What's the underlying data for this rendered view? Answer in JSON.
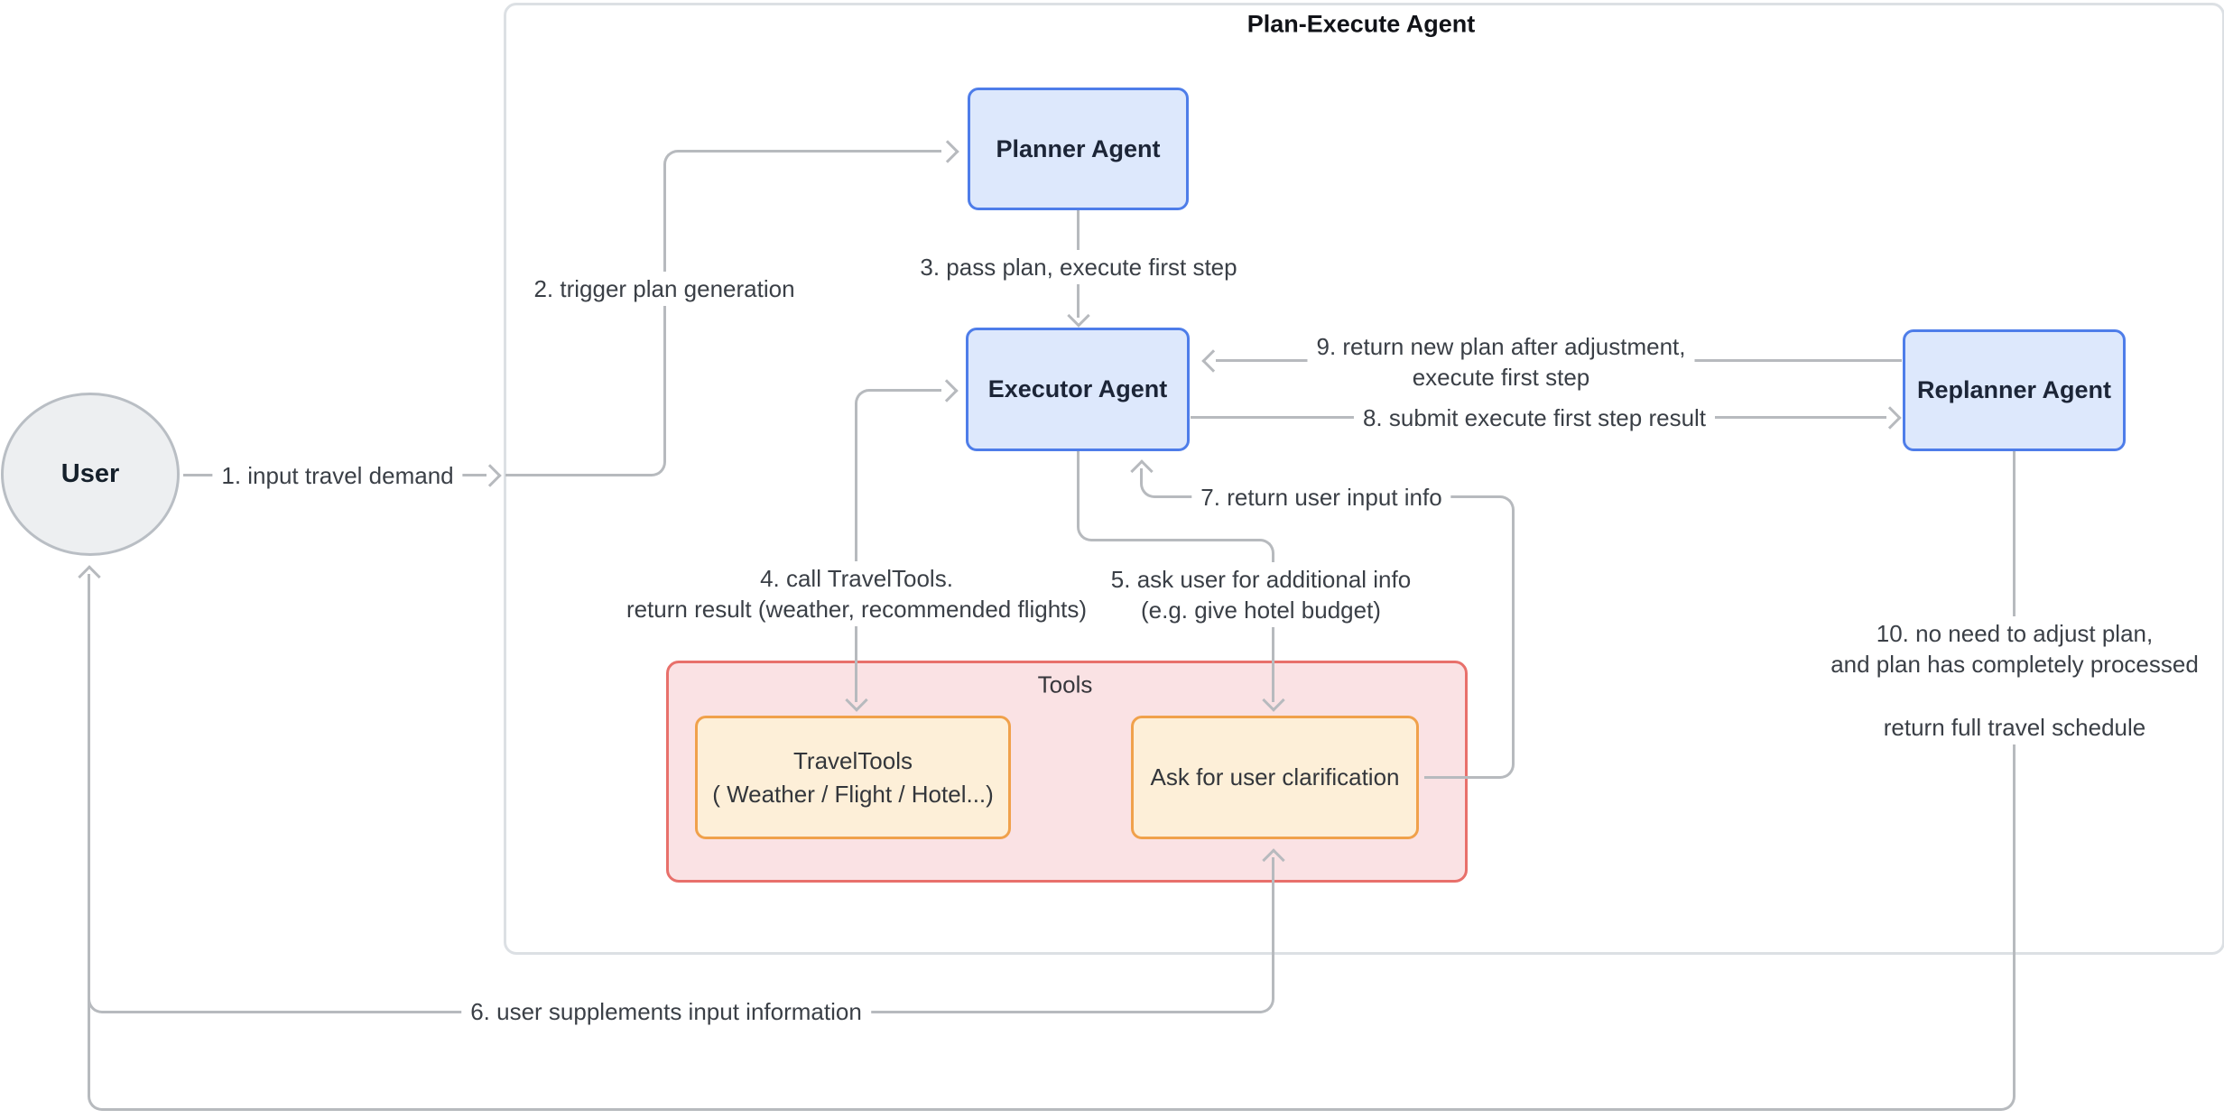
{
  "diagram": {
    "container_title": "Plan-Execute Agent",
    "nodes": {
      "user": "User",
      "planner": "Planner Agent",
      "executor": "Executor Agent",
      "replanner": "Replanner Agent",
      "tools_group": "Tools",
      "traveltools_line1": "TravelTools",
      "traveltools_line2": "( Weather / Flight / Hotel...)",
      "ask_clarification": "Ask for user clarification"
    },
    "edges": {
      "e1": "1. input travel demand",
      "e2": "2. trigger plan generation",
      "e3": "3. pass plan, execute first step",
      "e4_l1": "4. call TravelTools.",
      "e4_l2": "return result (weather, recommended flights)",
      "e5_l1": "5. ask user for additional info",
      "e5_l2": "(e.g. give hotel budget)",
      "e6": "6. user supplements input information",
      "e7": "7. return user input info",
      "e8": "8. submit execute first step result",
      "e9_l1": "9. return new plan after adjustment,",
      "e9_l2": "execute first step",
      "e10_l1": "10. no need to adjust plan,",
      "e10_l2": "and plan has completely processed",
      "e10_l3": "return full travel schedule"
    },
    "colors": {
      "agent_fill": "#dde8fc",
      "agent_border": "#4e7de9",
      "tools_fill": "#fae2e4",
      "tools_border": "#e8706b",
      "tool_box_fill": "#fdefd8",
      "tool_box_border": "#f0a14b",
      "user_fill": "#edeff1",
      "user_border": "#b9bec4",
      "edge_gray": "#b7babe",
      "container_border": "#dce0e4"
    }
  }
}
